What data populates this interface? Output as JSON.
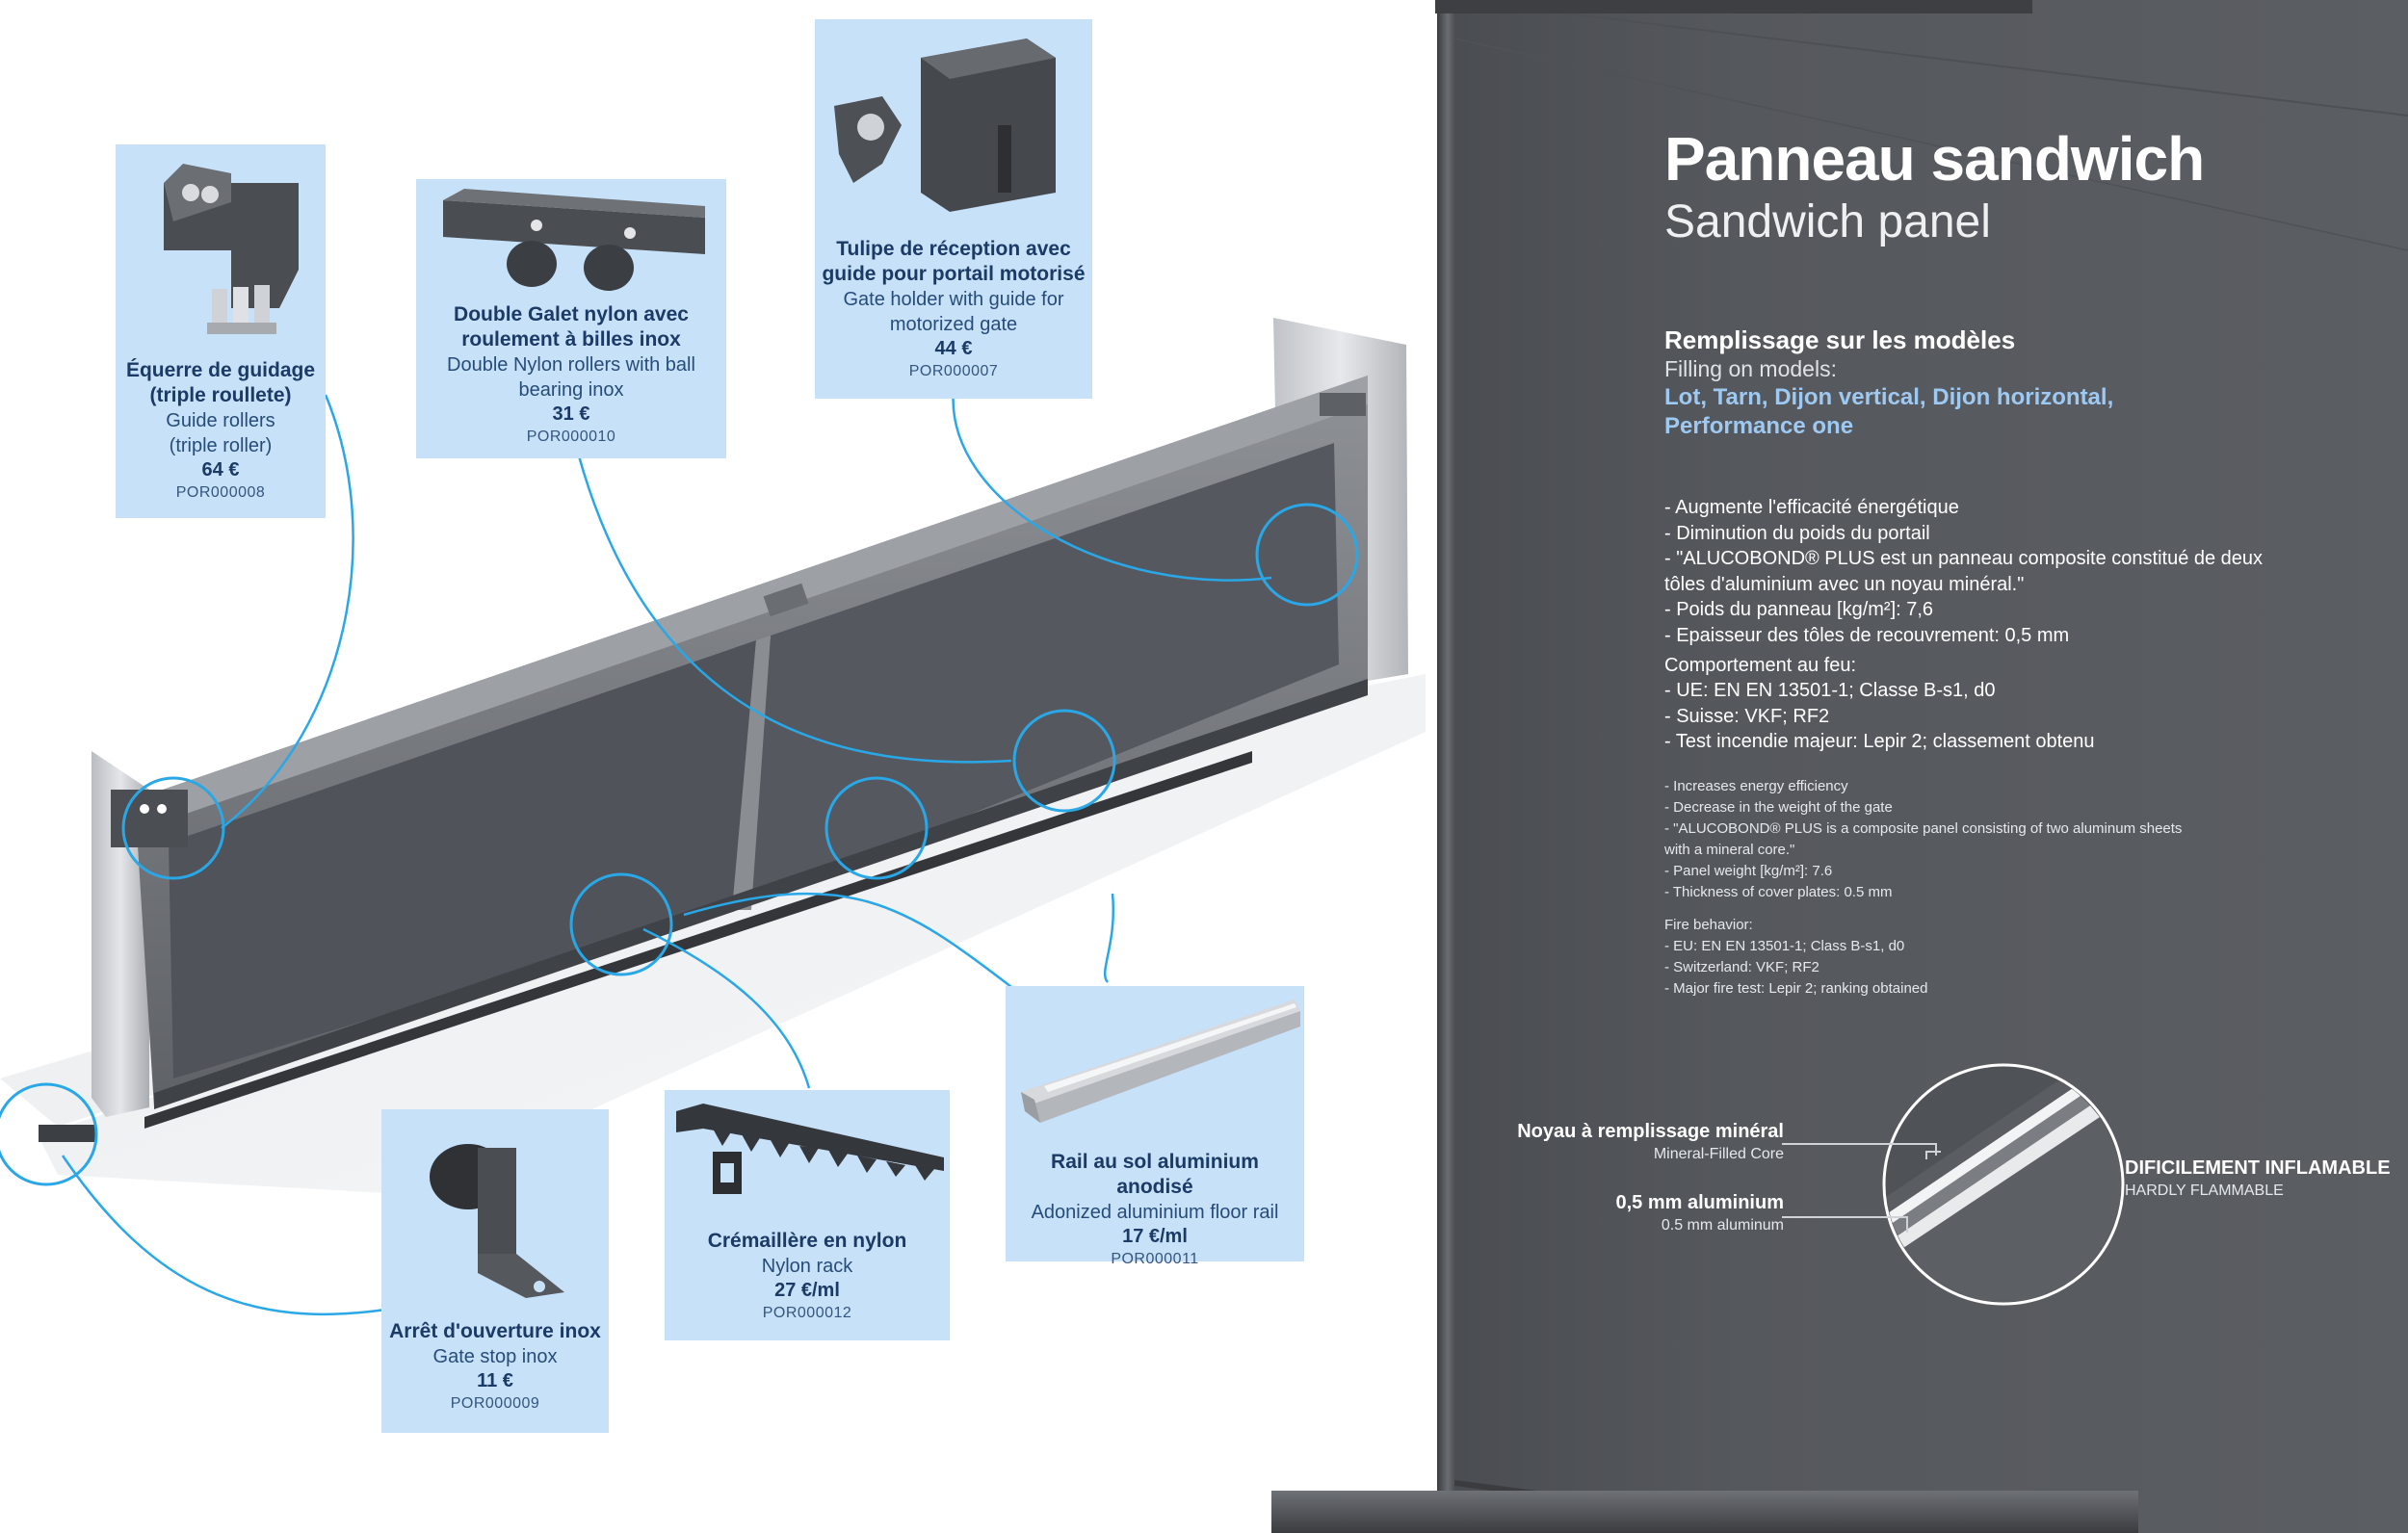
{
  "cards": [
    {
      "id": "guide-rollers",
      "fr": [
        "Équerre de guidage",
        "(triple roullete)"
      ],
      "en": [
        "Guide rollers",
        "(triple roller)"
      ],
      "price": "64 €",
      "ref": "POR000008"
    },
    {
      "id": "double-rollers",
      "fr": [
        "Double Galet nylon avec",
        "roulement à billes inox"
      ],
      "en": [
        "Double Nylon rollers with ball",
        "bearing inox"
      ],
      "price": "31 €",
      "ref": "POR000010"
    },
    {
      "id": "gate-holder",
      "fr": [
        "Tulipe de réception avec",
        "guide pour portail motorisé"
      ],
      "en": [
        "Gate holder with guide for",
        "motorized gate"
      ],
      "price": "44 €",
      "ref": "POR000007"
    },
    {
      "id": "floor-rail",
      "fr": [
        "Rail au sol aluminium anodisé"
      ],
      "en": [
        "Adonized aluminium floor rail"
      ],
      "price": "17 €/ml",
      "ref": "POR000011"
    },
    {
      "id": "nylon-rack",
      "fr": [
        "Crémaillère en nylon"
      ],
      "en": [
        "Nylon rack"
      ],
      "price": "27 €/ml",
      "ref": "POR000012"
    },
    {
      "id": "gate-stop",
      "fr": [
        "Arrêt d'ouverture inox"
      ],
      "en": [
        "Gate stop inox"
      ],
      "price": "11 €",
      "ref": "POR000009"
    }
  ],
  "panel": {
    "title_fr": "Panneau sandwich",
    "title_en": "Sandwich panel",
    "filling_fr": "Remplissage sur les modèles",
    "filling_en": "Filling on models:",
    "filling_models": [
      "Lot, Tarn, Dijon vertical, Dijon horizontal,",
      "Performance one"
    ],
    "features_fr": [
      "- Augmente l'efficacité énergétique",
      "- Diminution du poids du portail",
      "- \"ALUCOBOND® PLUS est un panneau composite constitué de deux",
      "tôles d'aluminium avec un noyau minéral.\"",
      "- Poids du panneau [kg/m²]: 7,6",
      "- Epaisseur des tôles de recouvrement: 0,5 mm"
    ],
    "fire_fr_title": "Comportement au feu:",
    "fire_fr": [
      "- UE: EN EN 13501-1; Classe B-s1, d0",
      "- Suisse: VKF; RF2",
      "- Test incendie majeur: Lepir 2; classement obtenu"
    ],
    "features_en": [
      "- Increases energy efficiency",
      "- Decrease in the weight of the gate",
      "- \"ALUCOBOND® PLUS is a composite panel consisting of two aluminum sheets",
      "with a mineral core.\"",
      "- Panel weight [kg/m²]: 7.6",
      "- Thickness of cover plates: 0.5 mm"
    ],
    "fire_en_title": "Fire behavior:",
    "fire_en": [
      "- EU: EN EN 13501-1; Class B-s1, d0",
      "- Switzerland: VKF; RF2",
      "- Major fire test: Lepir 2; ranking obtained"
    ],
    "core_fr": "Noyau à remplissage minéral",
    "core_en": "Mineral-Filled Core",
    "alu_fr": "0,5 mm aluminium",
    "alu_en": "0.5 mm aluminum",
    "flam_fr": "DIFICILEMENT INFLAMABLE",
    "flam_en": "HARDLY FLAMMABLE"
  },
  "colors": {
    "card_bg": "#c7e1f8",
    "card_text": "#1b3a66",
    "callout_line": "#2aa7e6",
    "panel_bg": "#55585d",
    "models_text": "#9ec9f2"
  }
}
